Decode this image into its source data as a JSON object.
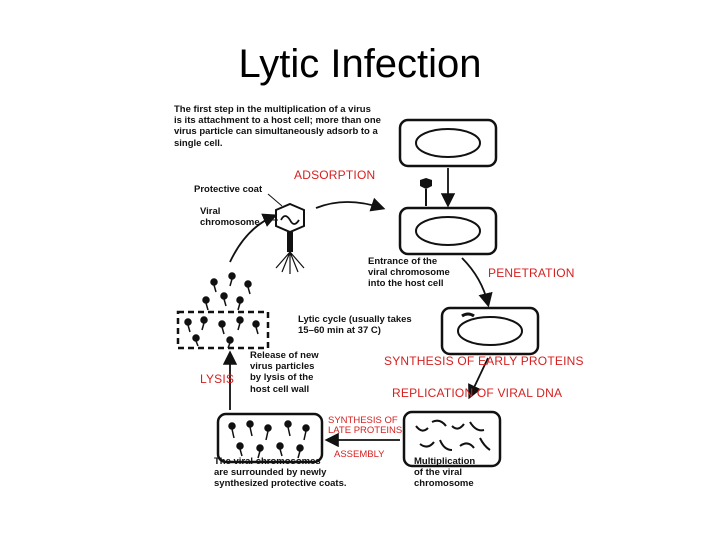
{
  "title": "Lytic Infection",
  "diagram": {
    "intro": "The first step in the multiplication of a virus\nis its attachment to a host cell; more than one\nvirus particle can simultaneously adsorb to a\nsingle cell.",
    "protective_coat": "Protective coat",
    "viral_chromosome": "Viral\nchromosome",
    "adsorption": "ADSORPTION",
    "entrance": "Entrance of the\nviral chromosome\ninto the host cell",
    "penetration": "PENETRATION",
    "lytic_cycle": "Lytic cycle (usually takes\n15–60 min at 37 C)",
    "synthesis_early": "SYNTHESIS OF EARLY PROTEINS",
    "release": "Release of new\nvirus particles\nby lysis of the\nhost cell wall",
    "lysis": "LYSIS",
    "replication": "REPLICATION OF VIRAL DNA",
    "synthesis_late": "SYNTHESIS OF\nLATE PROTEINS",
    "assembly": "ASSEMBLY",
    "surrounded": "The viral chromosomes\nare surrounded by newly\nsynthesized protective coats.",
    "multiplication": "Multiplication\nof the viral\nchromosome"
  },
  "colors": {
    "stage_label": "#d62020",
    "ink": "#111111"
  }
}
